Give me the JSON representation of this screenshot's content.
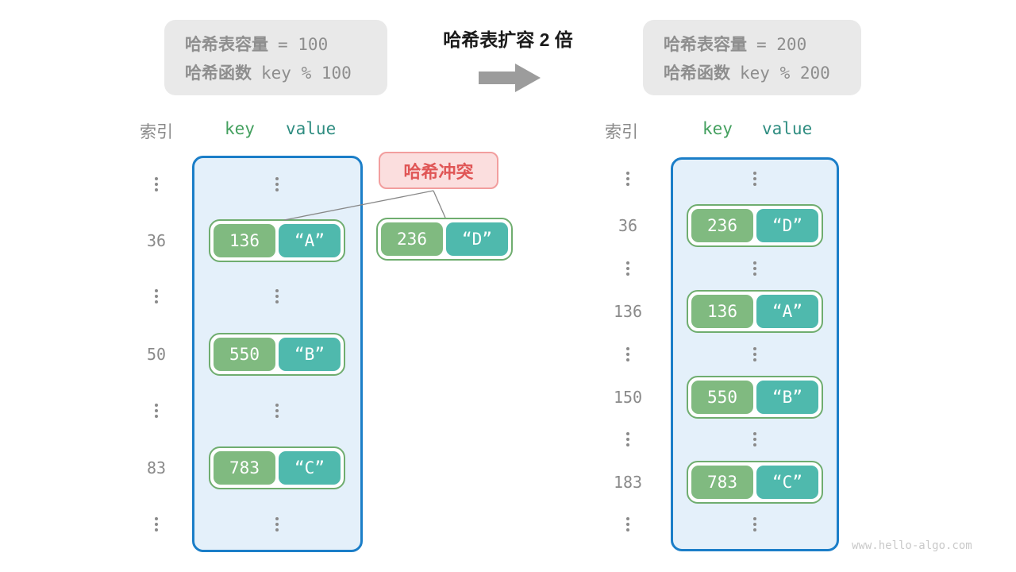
{
  "header": {
    "title": "哈希表扩容 2 倍",
    "left_box": {
      "row1_label": "哈希表容量",
      "row1_value": "= 100",
      "row2_label": "哈希函数",
      "row2_value": "key % 100"
    },
    "right_box": {
      "row1_label": "哈希表容量",
      "row1_value": "= 200",
      "row2_label": "哈希函数",
      "row2_value": "key % 200"
    }
  },
  "collision": {
    "label": "哈希冲突"
  },
  "floating_pair": {
    "key": "236",
    "value": "“D”"
  },
  "tables": {
    "left": {
      "headers": {
        "index": "索引",
        "key": "key",
        "value": "value"
      },
      "entries": [
        {
          "index": "36",
          "key": "136",
          "value": "“A”"
        },
        {
          "index": "50",
          "key": "550",
          "value": "“B”"
        },
        {
          "index": "83",
          "key": "783",
          "value": "“C”"
        }
      ]
    },
    "right": {
      "headers": {
        "index": "索引",
        "key": "key",
        "value": "value"
      },
      "entries": [
        {
          "index": "36",
          "key": "236",
          "value": "“D”"
        },
        {
          "index": "136",
          "key": "136",
          "value": "“A”"
        },
        {
          "index": "150",
          "key": "550",
          "value": "“B”"
        },
        {
          "index": "183",
          "key": "783",
          "value": "“C”"
        }
      ]
    }
  },
  "watermark": "www.hello-algo.com",
  "colors": {
    "key_green": "#80BA80",
    "value_teal": "#4FB9AD",
    "pair_border": "#6FAD6F",
    "container_fill": "#E4F0FA",
    "container_border": "#1B7EC8",
    "capbox_fill": "#E9E9E9",
    "gray_text": "#8E8E8E",
    "collision_fill": "#FBDEDE",
    "collision_border": "#F29E9E",
    "collision_text": "#E05656",
    "arrow_gray": "#9C9C9C"
  }
}
